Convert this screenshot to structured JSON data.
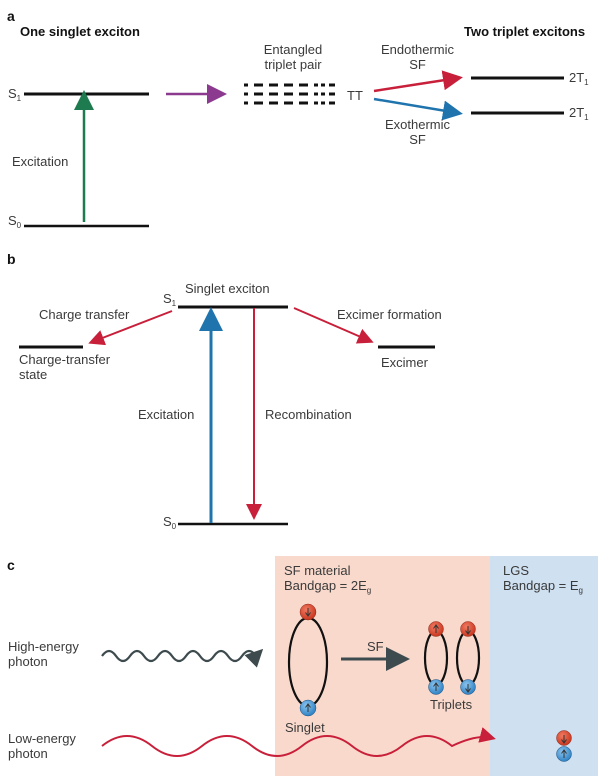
{
  "panel_a": {
    "letter": "a",
    "left_heading": "One singlet exciton",
    "right_heading": "Two triplet excitons",
    "s1": "S",
    "s1_sub": "1",
    "s0": "S",
    "s0_sub": "0",
    "excitation": "Excitation",
    "tt_label_line1": "Entangled",
    "tt_label_line2": "triplet pair",
    "tt": "TT",
    "endo_line1": "Endothermic",
    "endo_line2": "SF",
    "exo_line1": "Exothermic",
    "exo_line2": "SF",
    "t_upper": "2T",
    "t_upper_sub": "1",
    "t_lower": "2T",
    "t_lower_sub": "1"
  },
  "panel_b": {
    "letter": "b",
    "singlet_exciton": "Singlet exciton",
    "s1": "S",
    "s1_sub": "1",
    "s0": "S",
    "s0_sub": "0",
    "charge_transfer": "Charge transfer",
    "ct_state_line1": "Charge-transfer",
    "ct_state_line2": "state",
    "excimer_formation": "Excimer formation",
    "excimer": "Excimer",
    "excitation": "Excitation",
    "recombination": "Recombination"
  },
  "panel_c": {
    "letter": "c",
    "sf_material": "SF material",
    "sf_bandgap": "Bandgap = 2E",
    "sf_bandgap_sub": "g",
    "lgs": "LGS",
    "lgs_bandgap": "Bandgap = E",
    "lgs_bandgap_sub": "g",
    "high_energy_line1": "High-energy",
    "high_energy_line2": "photon",
    "low_energy_line1": "Low-energy",
    "low_energy_line2": "photon",
    "sf_arrow": "SF",
    "singlet": "Singlet",
    "triplets": "Triplets"
  },
  "colors": {
    "green": "#1e7a4f",
    "purple": "#8b3a8f",
    "red": "#c8203a",
    "blue": "#1f74ad",
    "dark_grey": "#3d4a4e",
    "sf_bg": "#f9d9cc",
    "lgs_bg": "#cfe0f1",
    "electron_red": "#d94a36",
    "hole_blue": "#4a9ad6"
  }
}
